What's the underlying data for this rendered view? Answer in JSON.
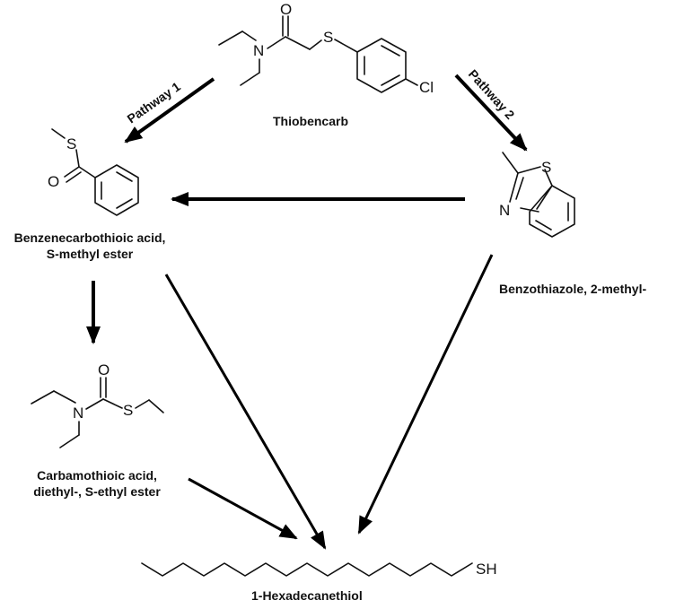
{
  "compounds": {
    "thiobencarb": {
      "name": "Thiobencarb",
      "atom_o": "O",
      "atom_n": "N",
      "atom_s": "S",
      "atom_cl": "Cl"
    },
    "benzenecarbothioic": {
      "line1": "Benzenecarbothioic acid,",
      "line2": "S-methyl ester",
      "atom_s": "S",
      "atom_o": "O"
    },
    "benzothiazole": {
      "name": "Benzothiazole, 2-methyl-",
      "atom_s": "S",
      "atom_n": "N"
    },
    "carbamothioic": {
      "line1": "Carbamothioic acid,",
      "line2": "diethyl-, S-ethyl ester",
      "atom_o": "O",
      "atom_n": "N",
      "atom_s": "S"
    },
    "hexadecanethiol": {
      "name": "1-Hexadecanethiol",
      "atom_sh": "SH"
    }
  },
  "pathways": {
    "p1": "Pathway 1",
    "p2": "Pathway 2"
  },
  "colors": {
    "ink": "#111111",
    "arrow": "#000000",
    "background": "#ffffff"
  }
}
